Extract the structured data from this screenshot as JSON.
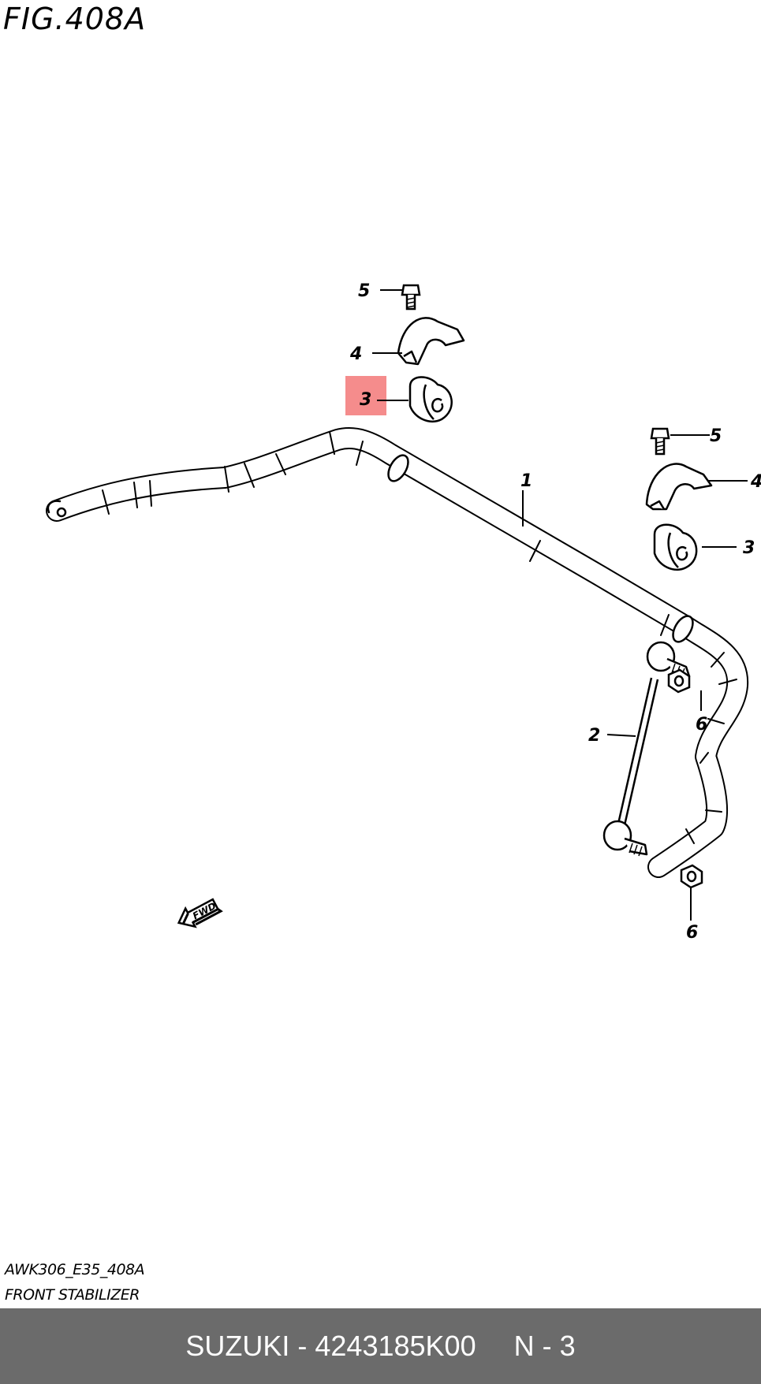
{
  "figure": {
    "title": "FIG.408A",
    "code": "AWK306_E35_408A",
    "name": "FRONT STABILIZER"
  },
  "callouts": [
    {
      "id": "c1",
      "label": "1"
    },
    {
      "id": "c2",
      "label": "2"
    },
    {
      "id": "c3a",
      "label": "3",
      "highlighted": true
    },
    {
      "id": "c3b",
      "label": "3"
    },
    {
      "id": "c4a",
      "label": "4"
    },
    {
      "id": "c4b",
      "label": "4"
    },
    {
      "id": "c5a",
      "label": "5"
    },
    {
      "id": "c5b",
      "label": "5"
    },
    {
      "id": "c6a",
      "label": "6"
    },
    {
      "id": "c6b",
      "label": "6"
    }
  ],
  "fwd_label": "FWD",
  "footer": {
    "part": "SUZUKI - 4243185K00",
    "page": "N - 3"
  },
  "colors": {
    "highlight": "#f58c8c",
    "footer_bg": "#6b6b6b",
    "ink": "#000000"
  }
}
